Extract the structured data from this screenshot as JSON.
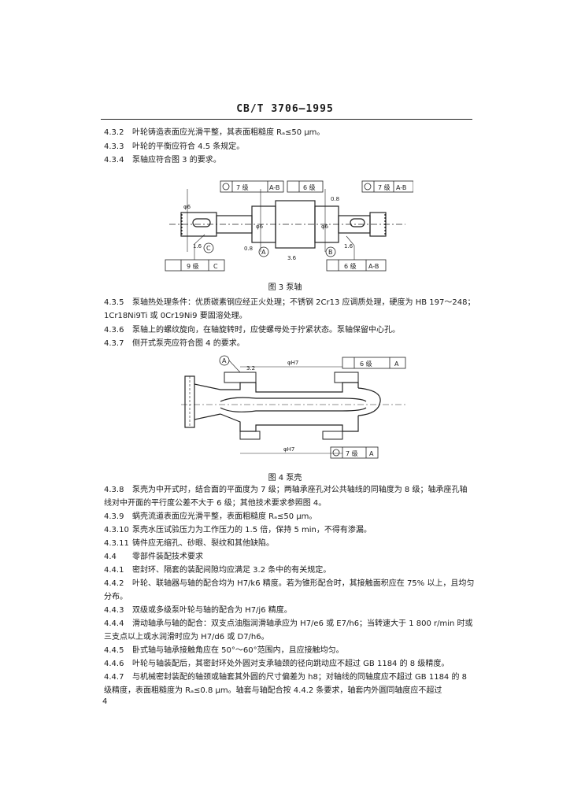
{
  "header": {
    "code": "CB/T 3706—1995"
  },
  "sections_top": [
    {
      "num": "4.3.2",
      "text": "叶轮铸造表面应光滑平整，其表面粗糙度 Rₐ≤50 μm。"
    },
    {
      "num": "4.3.3",
      "text": "叶轮的平衡应符合 4.5 条规定。"
    },
    {
      "num": "4.3.4",
      "text": "泵轴应符合图 3 的要求。"
    }
  ],
  "figure3": {
    "caption": "图 3  泵轴",
    "tolerance_boxes": [
      "7 级",
      "A-B",
      "6 级",
      "7 级",
      "A-B",
      "9 级",
      "C",
      "6 级",
      "A-B"
    ],
    "datums": [
      "A",
      "B",
      "C"
    ],
    "dims": [
      "φ6",
      "φ6",
      "φ6",
      "0.8",
      "1.6",
      "1.6",
      "3.6",
      "0.8"
    ]
  },
  "sections_mid": [
    {
      "num": "4.3.5",
      "text": "泵轴热处理条件：优质碳素钢应经正火处理；不锈钢 2Cr13 应调质处理，硬度为 HB 197～248；",
      "cont": "1Cr18Ni9Ti 或 0Cr19Ni9 要固溶处理。"
    },
    {
      "num": "4.3.6",
      "text": "泵轴上的螺纹旋向，在轴旋转时，应使螺母处于拧紧状态。泵轴保留中心孔。"
    },
    {
      "num": "4.3.7",
      "text": "侧开式泵壳应符合图 4 的要求。"
    }
  ],
  "figure4": {
    "caption": "图 4  泵壳",
    "tolerance_boxes": [
      "6 级",
      "A",
      "7 级",
      "A"
    ],
    "datums": [
      "A"
    ],
    "dims": [
      "φH7",
      "φH7",
      "3.2"
    ]
  },
  "sections_bottom": [
    {
      "num": "4.3.8",
      "text": "泵壳为中开式时，结合面的平面度为 7 级；两轴承座孔对公共轴线的同轴度为 8 级；轴承座孔轴",
      "cont": "线对中开面的平行度公差不大于 6 级；其他技术要求参照图 4。"
    },
    {
      "num": "4.3.9",
      "text": "蜗壳流道表面应光滑平整，表面粗糙度 Rₐ≤50 μm。"
    },
    {
      "num": "4.3.10",
      "text": "泵壳水压试验压力为工作压力的 1.5 倍，保持 5 min，不得有渗漏。"
    },
    {
      "num": "4.3.11",
      "text": "铸件应无缩孔、砂眼、裂纹和其他缺陷。"
    },
    {
      "num": "4.4",
      "text": "零部件装配技术要求"
    },
    {
      "num": "4.4.1",
      "text": "密封环、隔套的装配间隙均应满足 3.2 条中的有关规定。"
    },
    {
      "num": "4.4.2",
      "text": "叶轮、联轴器与轴的配合均为 H7/k6 精度。若为锥形配合时，其接触面积应在 75% 以上，且均匀",
      "cont": "分布。"
    },
    {
      "num": "4.4.3",
      "text": "双级或多级泵叶轮与轴的配合为 H7/j6 精度。"
    },
    {
      "num": "4.4.4",
      "text": "滑动轴承与轴的配合：双支点油脂润滑轴承应为 H7/e6 或 E7/h6；当转速大于 1 800 r/min 时或",
      "cont": "三支点以上或水润滑时应为 H7/d6 或 D7/h6。"
    },
    {
      "num": "4.4.5",
      "text": "卧式轴与轴承接触角应在 50°～60°范围内，且应接触均匀。"
    },
    {
      "num": "4.4.6",
      "text": "叶轮与轴装配后，其密封环处外圆对支承轴颈的径向跳动应不超过 GB 1184 的 8 级精度。"
    },
    {
      "num": "4.4.7",
      "text": "与机械密封装配的轴颈或轴套其外圆的尺寸偏差为 h8；对轴线的同轴度应不超过 GB 1184 的 8",
      "cont": "级精度，表面粗糙度为 Rₐ≤0.8 μm。轴套与轴配合按 4.4.2 条要求，轴套内外圆同轴度应不超过"
    }
  ],
  "page_number": "4"
}
